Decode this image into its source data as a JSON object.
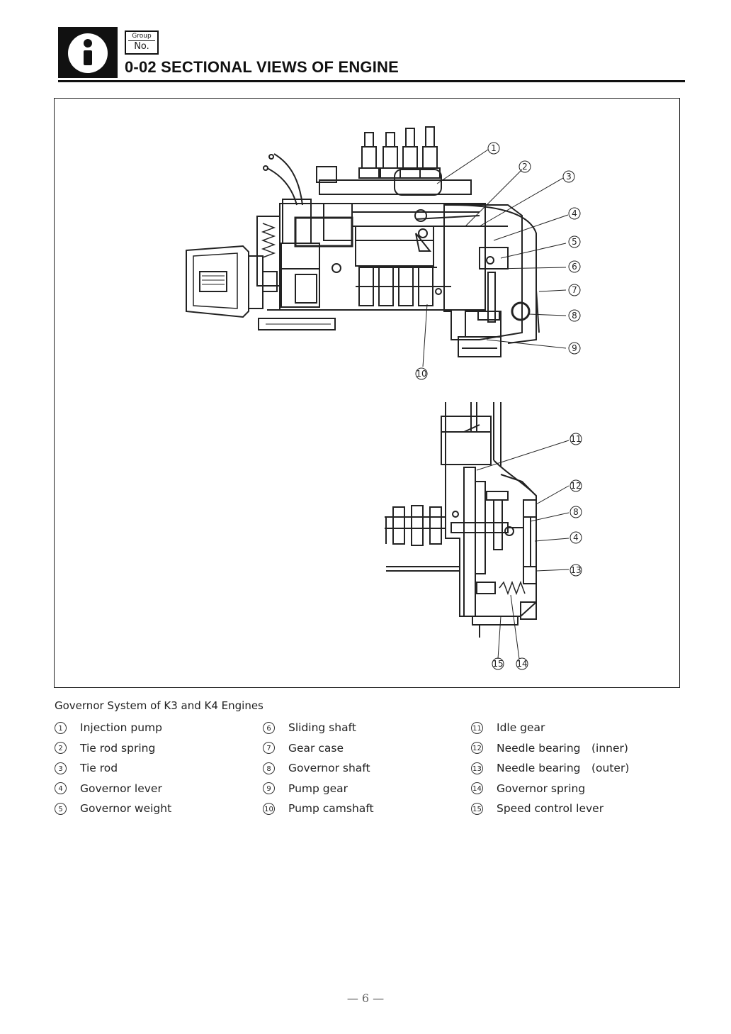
{
  "header": {
    "icon": "info-icon",
    "group_label": "Group",
    "group_no_label": "No.",
    "title": "0-02 SECTIONAL VIEWS OF ENGINE"
  },
  "figure": {
    "callouts_top": [
      "1",
      "2",
      "3",
      "4",
      "5",
      "6",
      "7",
      "8",
      "9",
      "10"
    ],
    "callouts_bottom": [
      "11",
      "12",
      "8",
      "4",
      "13",
      "15",
      "14"
    ]
  },
  "caption": "Governor System of K3 and K4 Engines",
  "legend": {
    "columns": [
      [
        {
          "num": "1",
          "label": "Injection pump"
        },
        {
          "num": "2",
          "label": "Tie rod spring"
        },
        {
          "num": "3",
          "label": "Tie rod"
        },
        {
          "num": "4",
          "label": "Governor lever"
        },
        {
          "num": "5",
          "label": "Governor weight"
        }
      ],
      [
        {
          "num": "6",
          "label": "Sliding shaft"
        },
        {
          "num": "7",
          "label": "Gear case"
        },
        {
          "num": "8",
          "label": "Governor shaft"
        },
        {
          "num": "9",
          "label": "Pump gear"
        },
        {
          "num": "10",
          "label": "Pump camshaft"
        }
      ],
      [
        {
          "num": "11",
          "label": "Idle gear"
        },
        {
          "num": "12",
          "label": "Needle bearing (inner)"
        },
        {
          "num": "13",
          "label": "Needle bearing (outer)"
        },
        {
          "num": "14",
          "label": "Governor spring"
        },
        {
          "num": "15",
          "label": "Speed control lever"
        }
      ]
    ]
  },
  "page_number": "— 6 —"
}
